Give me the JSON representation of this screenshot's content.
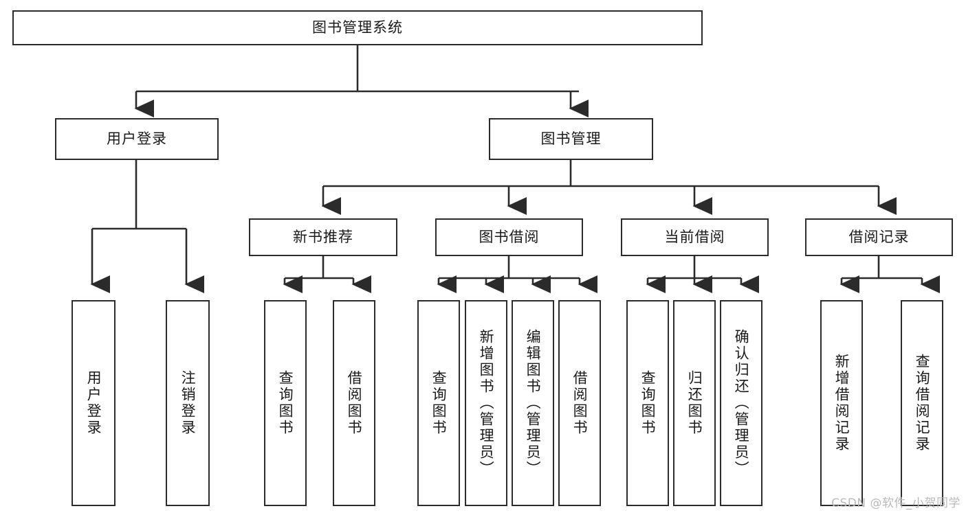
{
  "diagram": {
    "title": "图书管理系统",
    "type": "tree-hierarchy",
    "orientation": "top-down",
    "colors": {
      "stroke": "#2b2b2b",
      "fill": "#ffffff",
      "text": "#1a1a1a",
      "watermark": "#b9b9b9"
    }
  },
  "nodes": {
    "root": {
      "label": "图书管理系统"
    },
    "level1": [
      {
        "id": "user-login",
        "label": "用户登录"
      },
      {
        "id": "book-manage",
        "label": "图书管理"
      }
    ],
    "level2": [
      {
        "id": "new-book-recommend",
        "label": "新书推荐"
      },
      {
        "id": "book-borrow",
        "label": "图书借阅"
      },
      {
        "id": "current-borrow",
        "label": "当前借阅"
      },
      {
        "id": "borrow-record",
        "label": "借阅记录"
      }
    ],
    "leaves": {
      "user-login": [
        {
          "id": "leaf-user-login",
          "label": "用户登录"
        },
        {
          "id": "leaf-logout",
          "label": "注销登录"
        }
      ],
      "new-book-recommend": [
        {
          "id": "leaf-query-book-1",
          "label": "查询图书"
        },
        {
          "id": "leaf-borrow-book-1",
          "label": "借阅图书"
        }
      ],
      "book-borrow": [
        {
          "id": "leaf-query-book-2",
          "label": "查询图书"
        },
        {
          "id": "leaf-add-book",
          "label": "新增图书（管理员）"
        },
        {
          "id": "leaf-edit-book",
          "label": "编辑图书（管理员）"
        },
        {
          "id": "leaf-borrow-book-2",
          "label": "借阅图书"
        }
      ],
      "current-borrow": [
        {
          "id": "leaf-query-book-3",
          "label": "查询图书"
        },
        {
          "id": "leaf-return-book",
          "label": "归还图书"
        },
        {
          "id": "leaf-confirm-return",
          "label": "确认归还（管理员）"
        }
      ],
      "borrow-record": [
        {
          "id": "leaf-add-record",
          "label": "新增借阅记录"
        },
        {
          "id": "leaf-query-record",
          "label": "查询借阅记录"
        }
      ]
    }
  },
  "watermark": {
    "text": "CSDN @软件_小贺同学"
  }
}
